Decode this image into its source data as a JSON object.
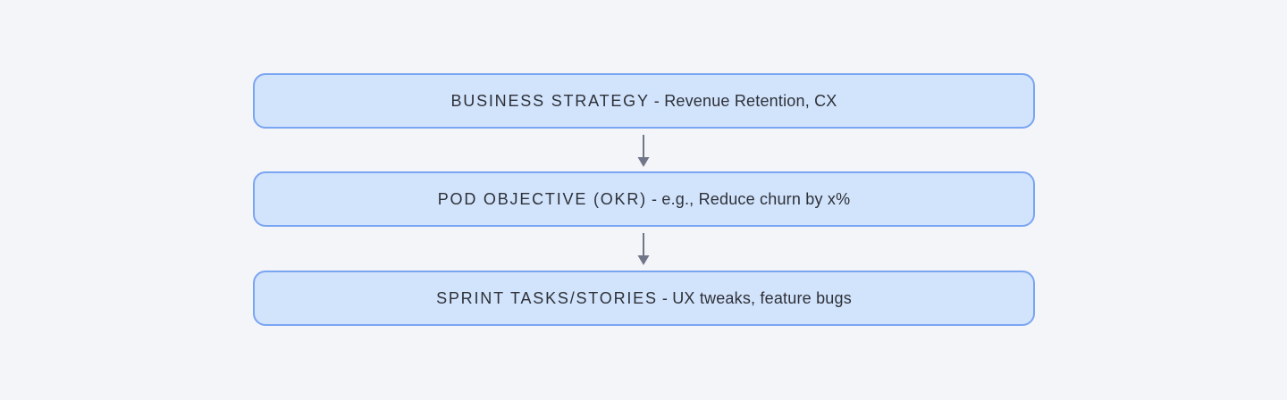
{
  "page": {
    "background_color": "#f4f5f8"
  },
  "diagram": {
    "type": "flowchart-vertical",
    "colors": {
      "node_fill": "#d2e3fc",
      "node_border": "#7aa5f2",
      "arrow": "#717689",
      "text": "#2d3138"
    },
    "nodes": [
      {
        "id": "business-strategy",
        "label": "BUSINESS STRATEGY",
        "desc": "- Revenue Retention, CX"
      },
      {
        "id": "pod-objective",
        "label": "POD OBJECTIVE (OKR)",
        "desc": "- e.g., Reduce churn by x%"
      },
      {
        "id": "sprint-tasks",
        "label": "SPRINT TASKS/STORIES",
        "desc": "- UX tweaks, feature bugs"
      }
    ],
    "connectors": [
      {
        "id": "arrow-strategy-to-objective",
        "icon": "down-arrow-icon"
      },
      {
        "id": "arrow-objective-to-tasks",
        "icon": "down-arrow-icon"
      }
    ]
  }
}
